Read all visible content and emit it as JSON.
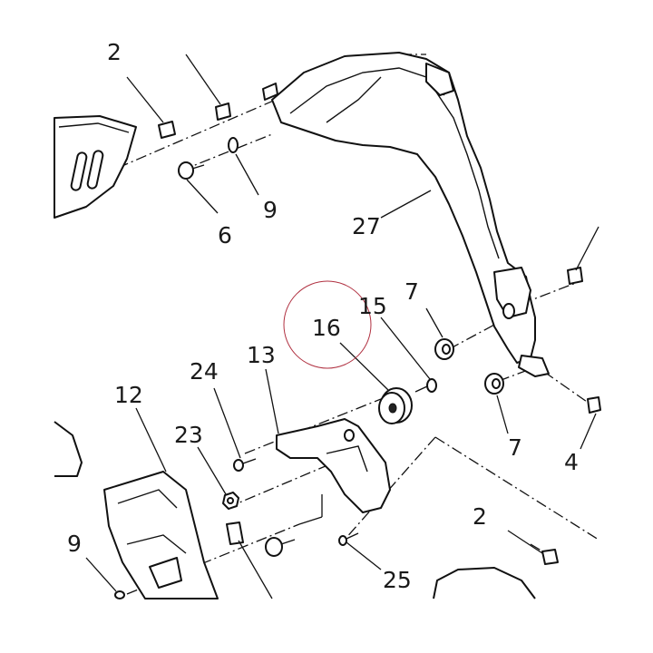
{
  "callouts": [
    {
      "id": "2-top",
      "text": "2"
    },
    {
      "id": "6",
      "text": "6"
    },
    {
      "id": "9-top",
      "text": "9"
    },
    {
      "id": "27",
      "text": "27"
    },
    {
      "id": "7-top",
      "text": "7"
    },
    {
      "id": "15",
      "text": "15"
    },
    {
      "id": "16",
      "text": "16"
    },
    {
      "id": "7-bottom",
      "text": "7"
    },
    {
      "id": "4",
      "text": "4"
    },
    {
      "id": "24",
      "text": "24"
    },
    {
      "id": "13",
      "text": "13"
    },
    {
      "id": "12",
      "text": "12"
    },
    {
      "id": "23",
      "text": "23"
    },
    {
      "id": "2-bottom",
      "text": "2"
    },
    {
      "id": "9-bottom",
      "text": "9"
    },
    {
      "id": "25",
      "text": "25"
    }
  ],
  "highlighted_callout": "16"
}
